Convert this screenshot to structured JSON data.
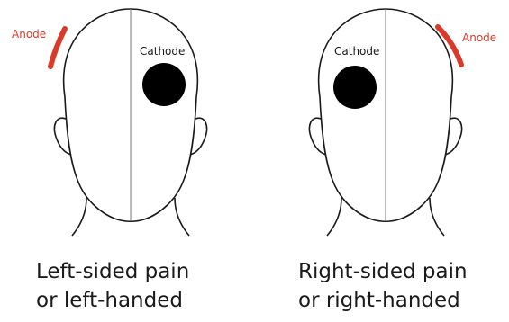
{
  "left_panel": {
    "anode_label": "Anode",
    "cathode_label": "Cathode",
    "caption_line1": "Left-sided pain",
    "caption_line2": "or left-handed"
  },
  "right_panel": {
    "anode_label": "Anode",
    "cathode_label": "Cathode",
    "caption_line1": "Right-sided pain",
    "caption_line2": "or right-handed"
  },
  "colors": {
    "anode": "#d93a2b",
    "anode_label": "#d93a2b",
    "cathode": "#000000",
    "outline": "#1a1a1a",
    "midline": "#7a7a7a"
  }
}
